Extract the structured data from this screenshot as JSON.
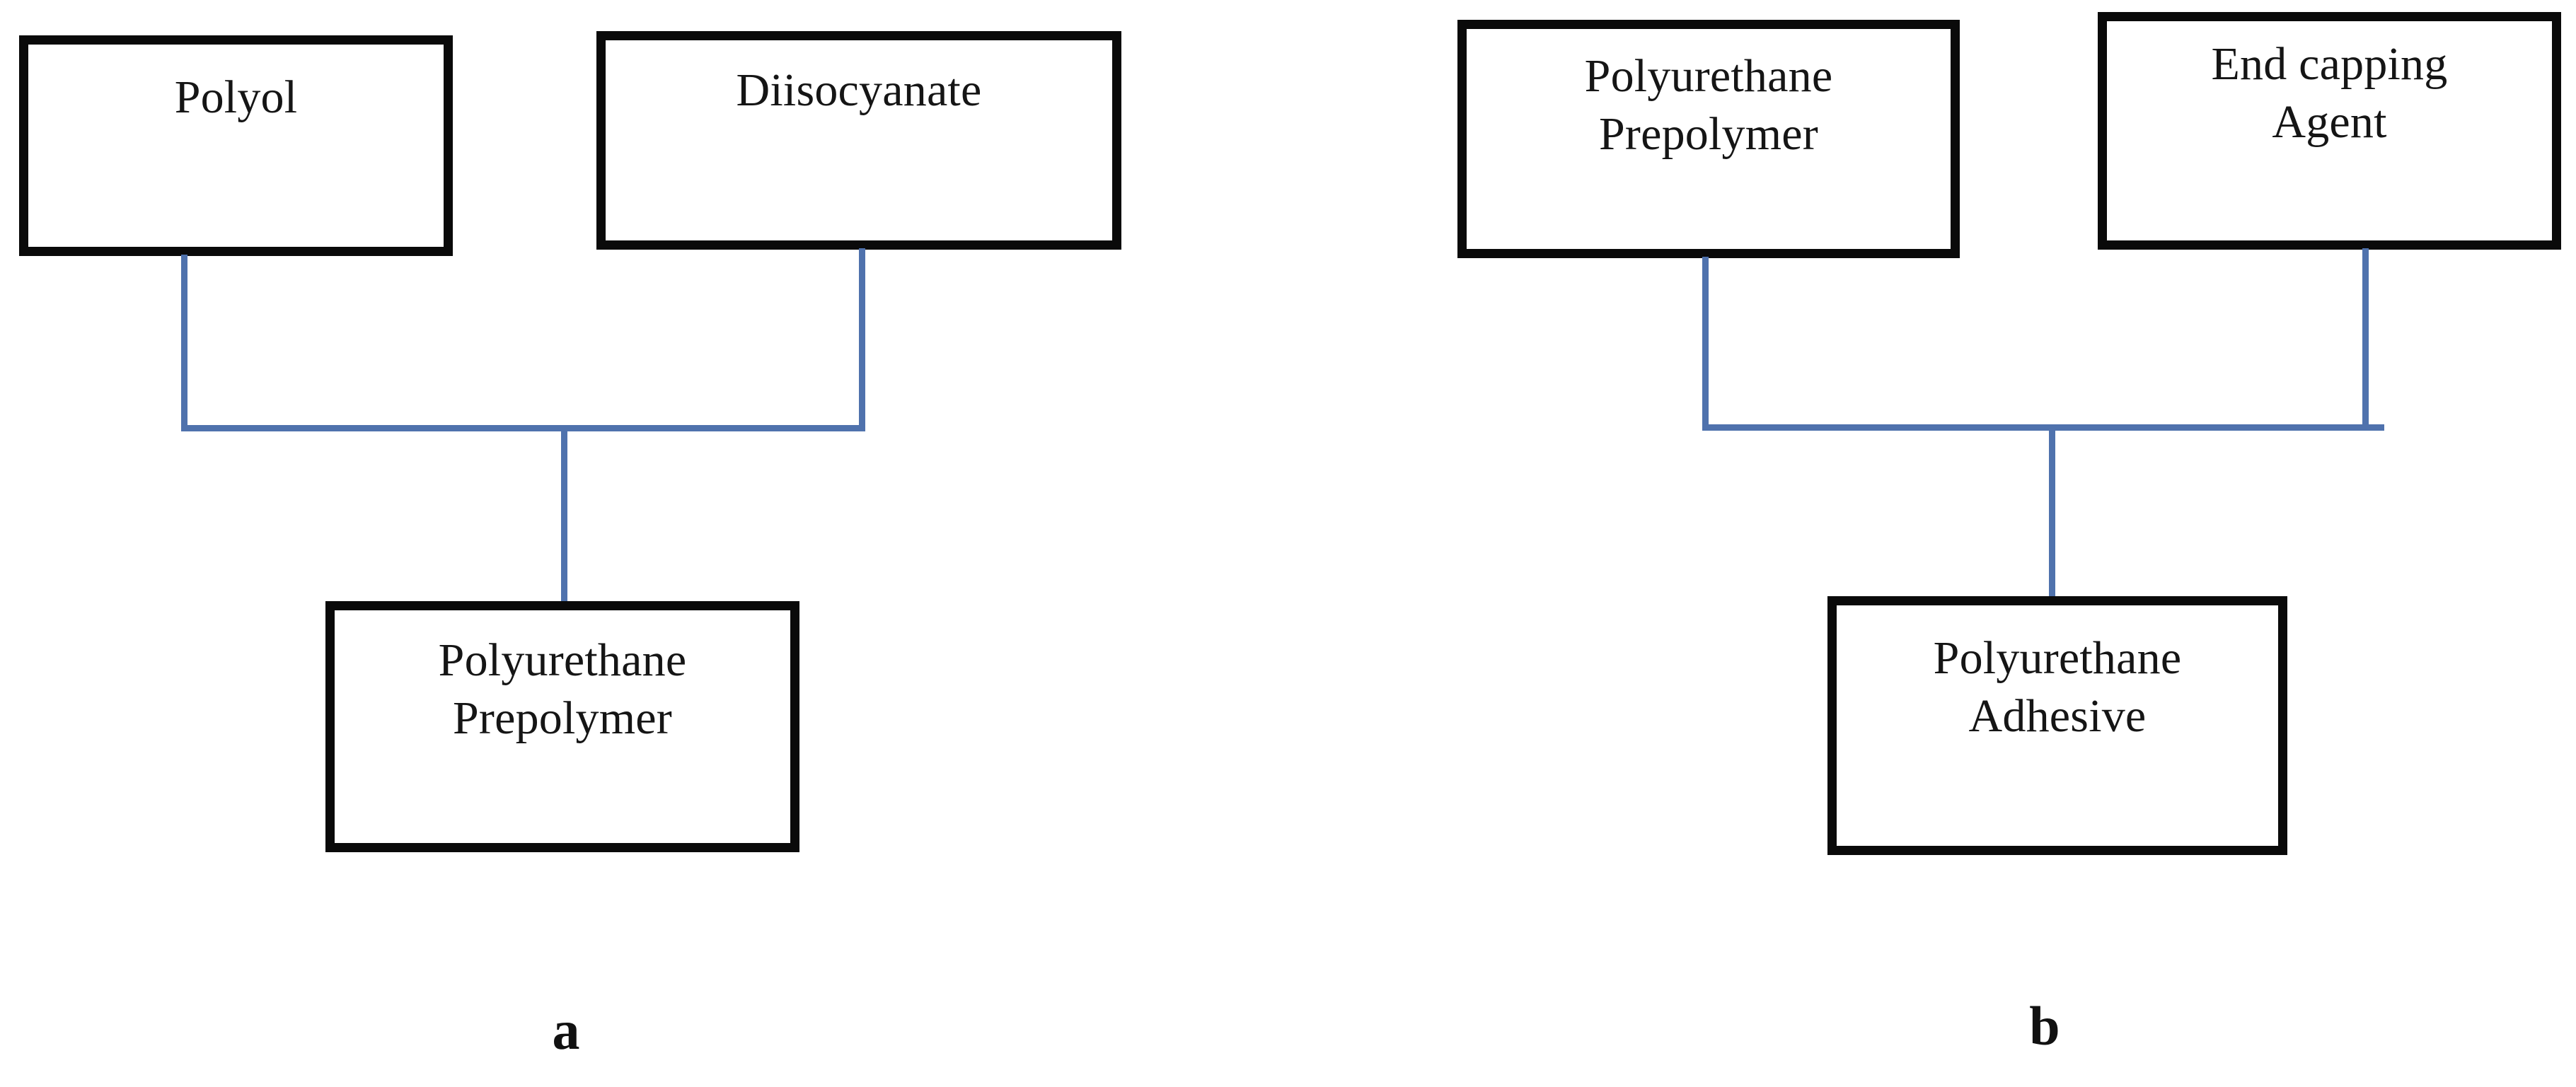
{
  "figure": {
    "type": "flow-diagram",
    "background_color": "#ffffff",
    "box_border_color": "#0a0a0a",
    "connector_color": "#4f72ad",
    "text_color": "#151515",
    "panels": [
      {
        "id": "a",
        "caption": "a",
        "nodes": [
          {
            "id": "polyol",
            "label": "Polyol",
            "role": "reactant"
          },
          {
            "id": "diisocyanate",
            "label": "Diisocyanate",
            "role": "reactant"
          },
          {
            "id": "pu-prepolymer",
            "label": "Polyurethane\nPrepolymer",
            "role": "product"
          }
        ],
        "edges": [
          {
            "from": "polyol",
            "to": "pu-prepolymer"
          },
          {
            "from": "diisocyanate",
            "to": "pu-prepolymer"
          }
        ]
      },
      {
        "id": "b",
        "caption": "b",
        "nodes": [
          {
            "id": "pu-prepolymer-b",
            "label": "Polyurethane\nPrepolymer",
            "role": "reactant"
          },
          {
            "id": "end-capping-agent",
            "label": "End capping\nAgent",
            "role": "reactant"
          },
          {
            "id": "pu-adhesive",
            "label": "Polyurethane\nAdhesive",
            "role": "product"
          }
        ],
        "edges": [
          {
            "from": "pu-prepolymer-b",
            "to": "pu-adhesive"
          },
          {
            "from": "end-capping-agent",
            "to": "pu-adhesive"
          }
        ]
      }
    ]
  }
}
